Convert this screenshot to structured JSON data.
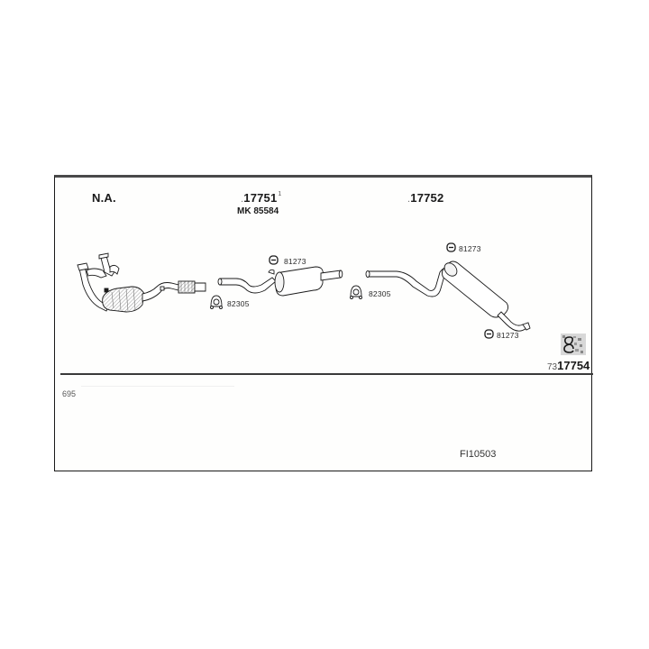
{
  "diagram": {
    "type": "exhaust-system-parts-diagram",
    "header": {
      "groups": [
        {
          "id": "group-na",
          "label": "N.A."
        },
        {
          "id": "group-17751",
          "prefix": ".",
          "label": "17751",
          "superscript": "1",
          "sub_label": "MK 85584"
        },
        {
          "id": "group-17752",
          "prefix": ".",
          "label": "17752"
        }
      ]
    },
    "components": [
      {
        "name": "manifold-catalytic-converter",
        "label": ""
      },
      {
        "name": "flex-pipe",
        "label": ""
      },
      {
        "name": "front-pipe",
        "label": ""
      },
      {
        "name": "middle-silencer",
        "label": ""
      },
      {
        "name": "intermediate-pipe",
        "label": ""
      },
      {
        "name": "rear-silencer",
        "label": ""
      }
    ],
    "part_labels": {
      "clamp_1": "82305",
      "clamp_2": "82305",
      "hanger_1": "81273",
      "hanger_2": "81273",
      "hanger_3": "81273"
    },
    "kit": {
      "prefix": "73",
      "number": "17754",
      "icon": "qr-code-icon"
    },
    "footer": {
      "left_text": "695",
      "ref_code": "FI10503"
    },
    "colors": {
      "line": "#1a1a1a",
      "part_fill": "#ffffff",
      "shading": "#cfcfcf",
      "frame_top": "#4a4a4a"
    }
  }
}
